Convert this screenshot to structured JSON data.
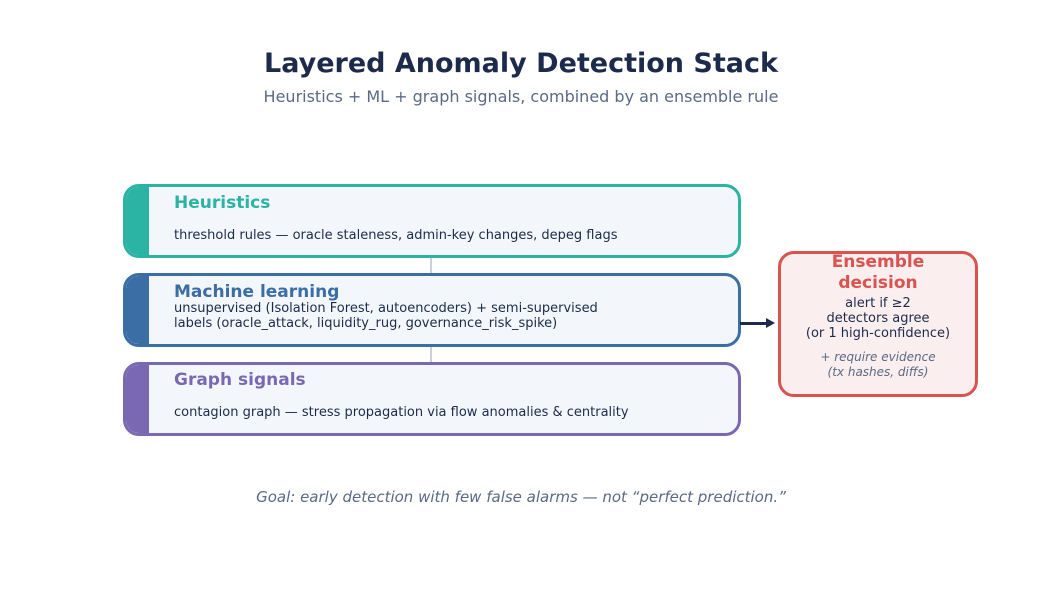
{
  "header": {
    "title": "Layered Anomaly Detection Stack",
    "subtitle": "Heuristics + ML + graph signals, combined by an ensemble rule"
  },
  "layers": [
    {
      "title": "Heuristics",
      "description": "threshold rules — oracle staleness, admin-key changes, depeg flags",
      "color": "#2bb3a3"
    },
    {
      "title": "Machine learning",
      "description_line1": "unsupervised (Isolation Forest, autoencoders) + semi-supervised",
      "description_line2": "labels (oracle_attack, liquidity_rug, governance_risk_spike)",
      "color": "#3a6ea5"
    },
    {
      "title": "Graph signals",
      "description": "contagion graph — stress propagation via flow anomalies & centrality",
      "color": "#7b68b3"
    }
  ],
  "ensemble": {
    "title_line1": "Ensemble",
    "title_line2": "decision",
    "body_line1": "alert if ≥2",
    "body_line2": "detectors agree",
    "body_line3": "(or 1 high-confidence)",
    "note_line1": "+ require evidence",
    "note_line2": "(tx hashes, diffs)",
    "color": "#d9534f"
  },
  "footer": {
    "goal": "Goal: early detection with few false alarms — not “perfect prediction.”"
  }
}
